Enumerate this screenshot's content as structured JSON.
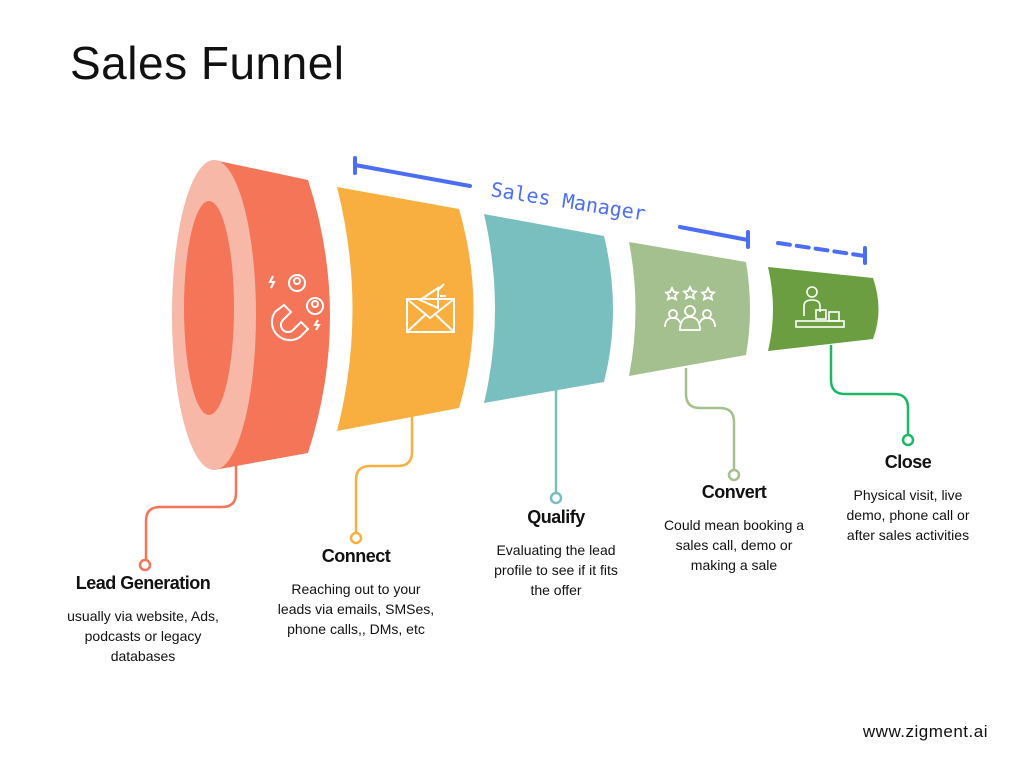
{
  "title": "Sales Funnel",
  "footer": "www.zigment.ai",
  "bracket_label": "Sales Manager",
  "colors": {
    "lead": "#F47558",
    "lead_ring": "#F8B8A8",
    "connect": "#F9AF3F",
    "qualify": "#7ABFBF",
    "convert": "#A5C08F",
    "close": "#6A9E40",
    "close_line": "#1DB866",
    "bracket": "#4C6EF5"
  },
  "stages": [
    {
      "title": "Lead Generation",
      "lines": [
        "usually via website, Ads,",
        "podcasts or legacy",
        "databases"
      ],
      "icon": "magnet-users-icon"
    },
    {
      "title": "Connect",
      "lines": [
        "Reaching out to your",
        "leads via emails, SMSes,",
        "phone calls,, DMs, etc"
      ],
      "icon": "megaphone-envelope-icon"
    },
    {
      "title": "Qualify",
      "lines": [
        "Evaluating the lead",
        "profile to see if it fits",
        "the offer"
      ],
      "icon": "none"
    },
    {
      "title": "Convert",
      "lines": [
        "Could mean booking a",
        "sales call, demo or",
        "making a sale"
      ],
      "icon": "rated-group-icon"
    },
    {
      "title": "Close",
      "lines": [
        "Physical visit, live",
        "demo, phone call or",
        "after sales activities"
      ],
      "icon": "salesperson-counter-icon"
    }
  ]
}
